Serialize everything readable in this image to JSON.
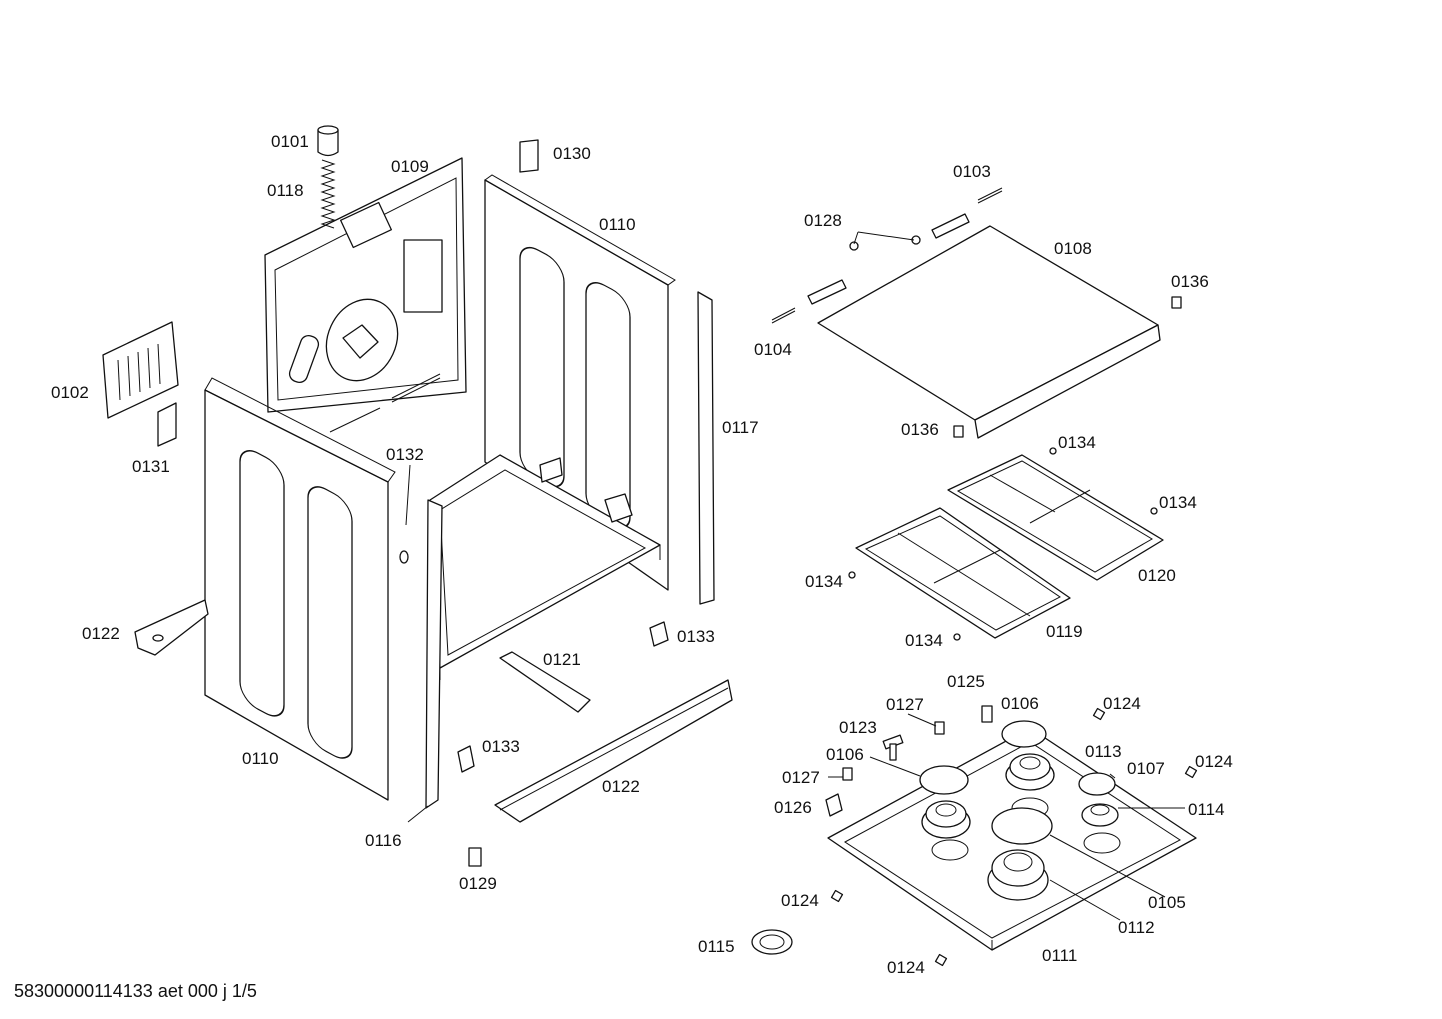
{
  "callouts": {
    "c0101": "0101",
    "c0118": "0118",
    "c0109": "0109",
    "c0130": "0130",
    "c0110_top": "0110",
    "c0102": "0102",
    "c0131": "0131",
    "c0132": "0132",
    "c0117": "0117",
    "c0122_left": "0122",
    "c0121": "0121",
    "c0133_right": "0133",
    "c0110_bottom": "0110",
    "c0133_bottom": "0133",
    "c0122_bottom": "0122",
    "c0116": "0116",
    "c0129": "0129",
    "c0103": "0103",
    "c0128": "0128",
    "c0108": "0108",
    "c0136_top": "0136",
    "c0104": "0104",
    "c0136_bottom": "0136",
    "c0134_a": "0134",
    "c0134_b": "0134",
    "c0120": "0120",
    "c0134_c": "0134",
    "c0119": "0119",
    "c0134_d": "0134",
    "c0125": "0125",
    "c0127_a": "0127",
    "c0106_a": "0106",
    "c0124_a": "0124",
    "c0123": "0123",
    "c0113": "0113",
    "c0106_b": "0106",
    "c0107": "0107",
    "c0124_b": "0124",
    "c0127_b": "0127",
    "c0114": "0114",
    "c0126": "0126",
    "c0105": "0105",
    "c0124_c": "0124",
    "c0112": "0112",
    "c0115": "0115",
    "c0124_d": "0124",
    "c0111": "0111"
  },
  "footer": {
    "document_code": "58300000114133 aet 000 j 1/5"
  }
}
